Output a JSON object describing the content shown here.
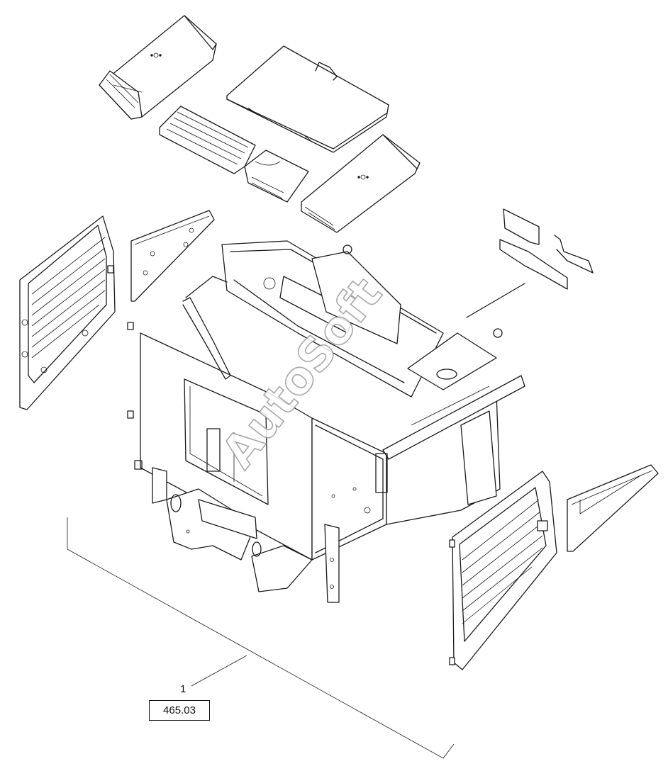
{
  "callout": {
    "item_number": "1",
    "reference": "465.03"
  },
  "watermark": "AutoSoft",
  "colors": {
    "line": "#1a1a1a",
    "background": "#ffffff",
    "watermark_outline": "#9a9a9a"
  }
}
